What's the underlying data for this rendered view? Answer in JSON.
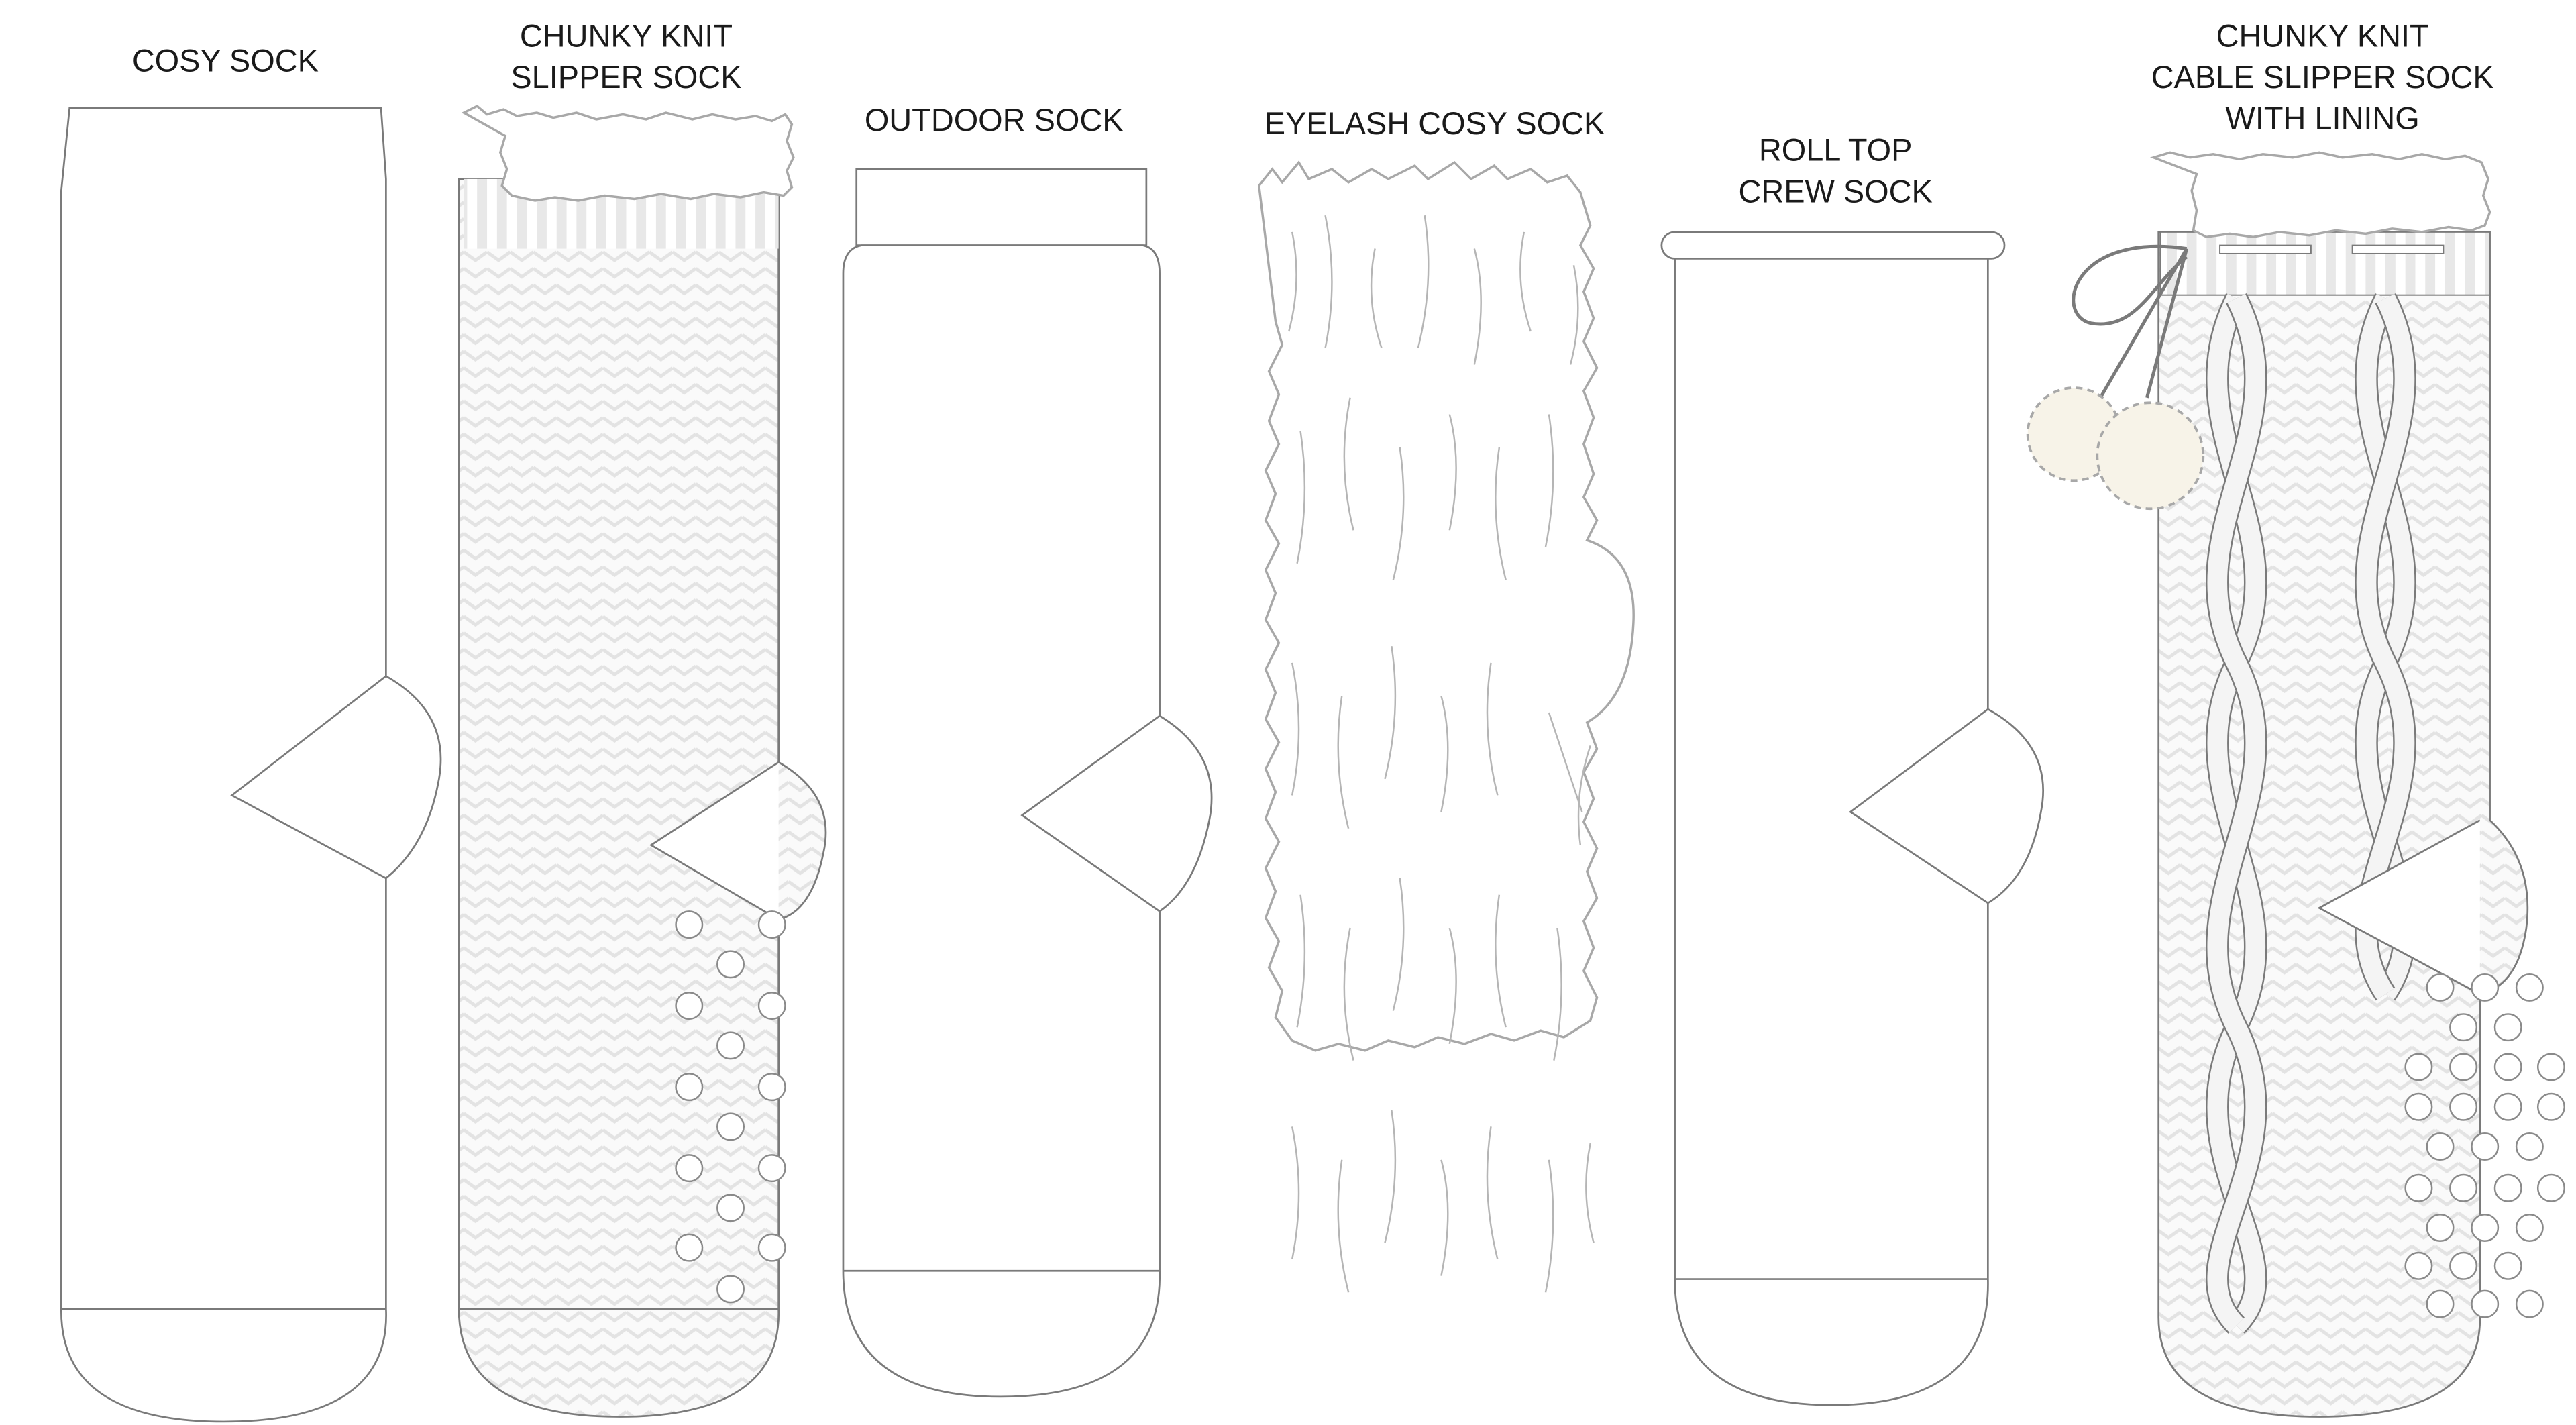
{
  "title": "Sock styles technical flat sketches",
  "socks": [
    {
      "label_lines": [
        "COSY SOCK"
      ]
    },
    {
      "label_lines": [
        "CHUNKY KNIT",
        "SLIPPER  SOCK"
      ]
    },
    {
      "label_lines": [
        "OUTDOOR SOCK"
      ]
    },
    {
      "label_lines": [
        "EYELASH COSY SOCK"
      ]
    },
    {
      "label_lines": [
        "ROLL TOP",
        "CREW SOCK"
      ]
    },
    {
      "label_lines": [
        "CHUNKY KNIT",
        "CABLE SLIPPER SOCK",
        "WITH LINING"
      ]
    }
  ],
  "colors": {
    "outline": "#7a7a7a",
    "knit_texture": "#e6e6e6",
    "fur": "#a8a8a8",
    "pompom": "#f7f3e8"
  }
}
